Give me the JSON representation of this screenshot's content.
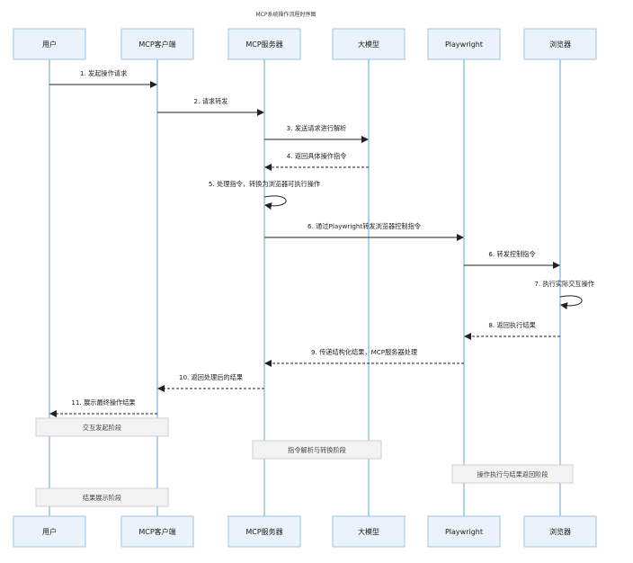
{
  "title": "MCP系统操作流程时序图",
  "actors": [
    {
      "id": "user",
      "label": "用户"
    },
    {
      "id": "client",
      "label": "MCP客户端"
    },
    {
      "id": "server",
      "label": "MCP服务器"
    },
    {
      "id": "llm",
      "label": "大模型"
    },
    {
      "id": "playwright",
      "label": "Playwright"
    },
    {
      "id": "browser",
      "label": "浏览器"
    }
  ],
  "messages": [
    {
      "from": "user",
      "to": "client",
      "label": "1. 发起操作请求",
      "style": "solid"
    },
    {
      "from": "client",
      "to": "server",
      "label": "2. 请求转发",
      "style": "solid"
    },
    {
      "from": "server",
      "to": "llm",
      "label": "3. 发送请求进行解析",
      "style": "solid"
    },
    {
      "from": "llm",
      "to": "server",
      "label": "4. 返回具体操作指令",
      "style": "dashed"
    },
    {
      "from": "server",
      "to": "server",
      "label": "5. 处理指令，转换为浏览器可执行操作",
      "style": "solid"
    },
    {
      "from": "server",
      "to": "playwright",
      "label": "6. 通过Playwright转发浏览器控制指令",
      "style": "solid"
    },
    {
      "from": "playwright",
      "to": "browser",
      "label": "6. 转发控制指令",
      "style": "solid"
    },
    {
      "from": "browser",
      "to": "browser",
      "label": "7. 执行实际交互操作",
      "style": "solid"
    },
    {
      "from": "browser",
      "to": "playwright",
      "label": "8. 返回执行结果",
      "style": "dashed"
    },
    {
      "from": "playwright",
      "to": "server",
      "label": "9. 传递结构化结果，MCP服务器处理",
      "style": "dashed"
    },
    {
      "from": "server",
      "to": "client",
      "label": "10. 返回处理后的结果",
      "style": "dashed"
    },
    {
      "from": "client",
      "to": "user",
      "label": "11. 展示最终操作结果",
      "style": "dashed"
    }
  ],
  "notes": [
    {
      "id": "note-1",
      "label": "交互发起阶段"
    },
    {
      "id": "note-2",
      "label": "指令解析与转换阶段"
    },
    {
      "id": "note-3",
      "label": "操作执行与结果返回阶段"
    },
    {
      "id": "note-4",
      "label": "结果展示阶段"
    }
  ]
}
